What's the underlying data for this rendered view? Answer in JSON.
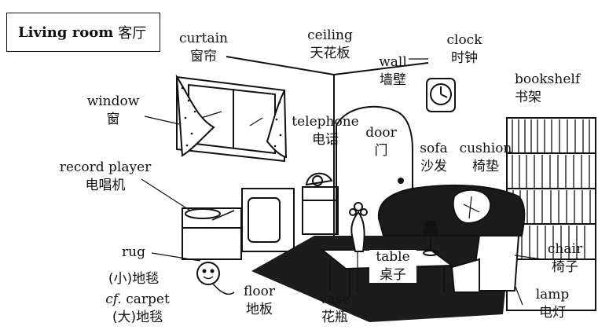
{
  "title": {
    "en": "Living room",
    "zh": "客厅"
  },
  "labels": {
    "curtain": {
      "en": "curtain",
      "zh": "窗帘"
    },
    "ceiling": {
      "en": "ceiling",
      "zh": "天花板"
    },
    "wall": {
      "en": "wall",
      "zh": "墙壁"
    },
    "clock": {
      "en": "clock",
      "zh": "时钟"
    },
    "bookshelf": {
      "en": "bookshelf",
      "zh": "书架"
    },
    "window": {
      "en": "window",
      "zh": "窗"
    },
    "telephone": {
      "en": "telephone",
      "zh": "电话"
    },
    "door": {
      "en": "door",
      "zh": "门"
    },
    "sofa": {
      "en": "sofa",
      "zh": "沙发"
    },
    "cushion": {
      "en": "cushion",
      "zh": "椅垫"
    },
    "record_player": {
      "en": "record player",
      "zh": "电唱机"
    },
    "rug": {
      "en": "rug",
      "zh": "(小)地毯"
    },
    "carpet": {
      "abbr": "cf.",
      "en": "carpet",
      "zh": "(大)地毯"
    },
    "floor": {
      "en": "floor",
      "zh": "地板"
    },
    "vase": {
      "en": "vase",
      "zh": "花瓶"
    },
    "table": {
      "en": "table",
      "zh": "桌子"
    },
    "chair": {
      "en": "chair",
      "zh": "椅子"
    },
    "lamp": {
      "en": "lamp",
      "zh": "电灯"
    }
  }
}
